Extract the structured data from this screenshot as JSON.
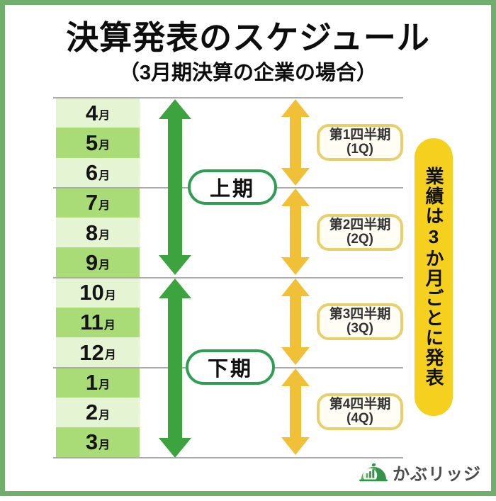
{
  "title": "決算発表のスケジュール",
  "subtitle": "（3月期決算の企業の場合）",
  "months": [
    {
      "n": "4",
      "u": "月"
    },
    {
      "n": "5",
      "u": "月"
    },
    {
      "n": "6",
      "u": "月"
    },
    {
      "n": "7",
      "u": "月"
    },
    {
      "n": "8",
      "u": "月"
    },
    {
      "n": "9",
      "u": "月"
    },
    {
      "n": "10",
      "u": "月"
    },
    {
      "n": "11",
      "u": "月"
    },
    {
      "n": "12",
      "u": "月"
    },
    {
      "n": "1",
      "u": "月"
    },
    {
      "n": "2",
      "u": "月"
    },
    {
      "n": "3",
      "u": "月"
    }
  ],
  "halves": [
    {
      "label": "上期"
    },
    {
      "label": "下期"
    }
  ],
  "quarters": [
    {
      "name": "第1四半期",
      "code": "(1Q)"
    },
    {
      "name": "第2四半期",
      "code": "(2Q)"
    },
    {
      "name": "第3四半期",
      "code": "(3Q)"
    },
    {
      "name": "第4四半期",
      "code": "(4Q)"
    }
  ],
  "side_note": "業績は3か月ごとに発表",
  "logo": {
    "text": "かぶリッジ"
  },
  "colors": {
    "frame_border": "#6fae6c",
    "month_light": "#e5f5d3",
    "month_dark": "#a9db77",
    "green_arrow": "#3da33e",
    "half_label_border": "#2f9e53",
    "yellow_arrow": "#f0c137",
    "quarter_border": "#e7d06c",
    "banner_bg": "#f5d01f",
    "gridline": "#ababab"
  }
}
